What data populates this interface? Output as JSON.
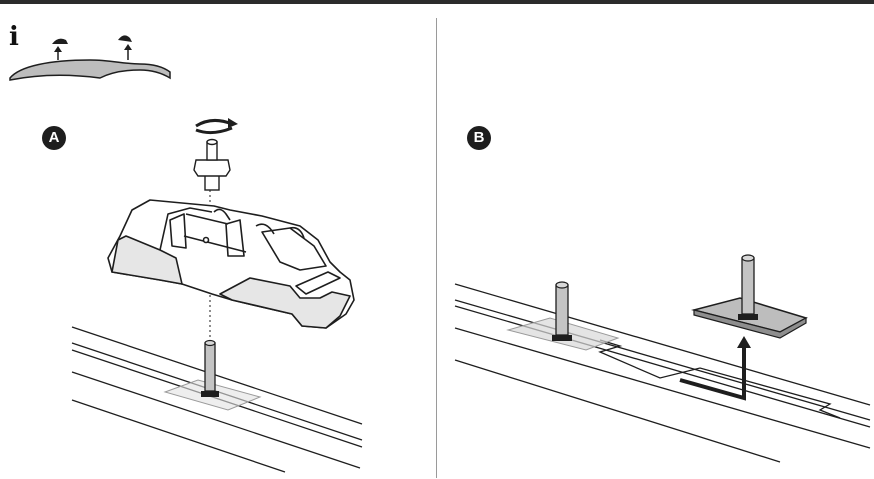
{
  "panels": [
    {
      "id": "panel-a",
      "label": "A"
    },
    {
      "id": "panel-b",
      "label": "B"
    }
  ],
  "info": {
    "glyph": "i",
    "icon": "info-icon"
  },
  "colors": {
    "ink": "#1e1e1e",
    "plate_fill": "#bdbdbd",
    "ghost_plate": "#d8d8d8",
    "pin_fill": "#c4c4c4",
    "foot_fill": "#ffffff",
    "foot_shade": "#e6e6e6"
  }
}
